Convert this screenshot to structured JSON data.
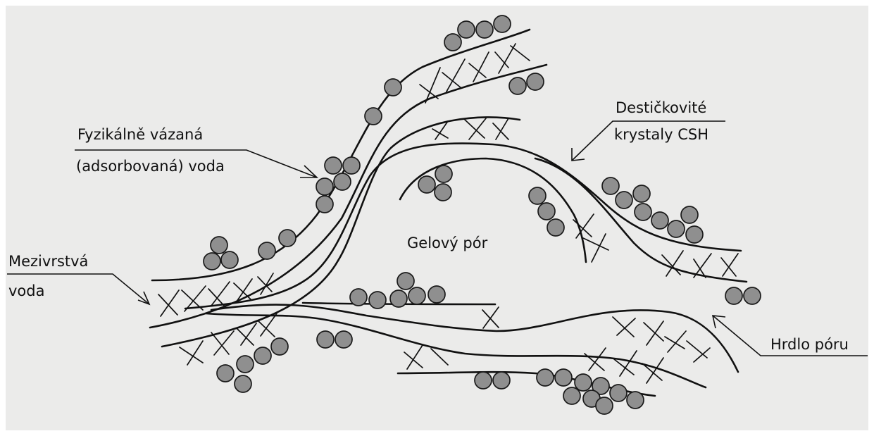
{
  "labels": {
    "physical_water_line1": "Fyzikálně vázaná",
    "physical_water_line2": "(adsorbovaná) voda",
    "interlayer_water_line1": "Mezivrstvá",
    "interlayer_water_line2": "voda",
    "gel_pore": "Gelový pór",
    "csh_crystals_line1": "Destičkovité",
    "csh_crystals_line2": "krystaly CSH",
    "pore_throat": "Hrdlo póru"
  },
  "colors": {
    "paper": "#ebebea",
    "ink": "#111111",
    "water_molecule": "#8f8f8f"
  }
}
